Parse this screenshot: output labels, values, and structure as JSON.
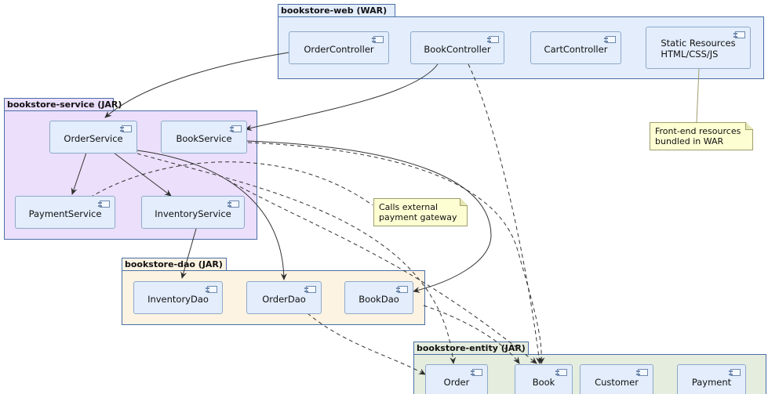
{
  "packages": {
    "web": "bookstore-web (WAR)",
    "service": "bookstore-service (JAR)",
    "dao": "bookstore-dao (JAR)",
    "entity": "bookstore-entity (JAR)"
  },
  "components": {
    "order_controller": "OrderController",
    "book_controller": "BookController",
    "cart_controller": "CartController",
    "static_resources": "Static Resources\nHTML/CSS/JS",
    "order_service": "OrderService",
    "book_service": "BookService",
    "payment_service": "PaymentService",
    "inventory_service": "InventoryService",
    "inventory_dao": "InventoryDao",
    "order_dao": "OrderDao",
    "book_dao": "BookDao",
    "order": "Order",
    "book": "Book",
    "customer": "Customer",
    "payment": "Payment"
  },
  "notes": {
    "front_end": "Front-end resources\nbundled in WAR",
    "payment_gateway": "Calls external\npayment gateway"
  },
  "colors": {
    "web_bg": "#e3edfc",
    "service_bg": "#ebdffb",
    "dao_bg": "#fdf3e3",
    "entity_bg": "#e5eddf",
    "note_bg": "#fefed3",
    "border": "#4a6fa5"
  }
}
